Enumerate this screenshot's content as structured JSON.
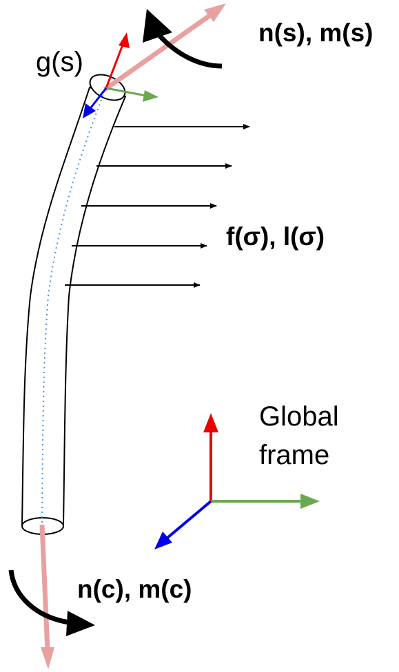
{
  "labels": {
    "tip_frame": "g(s)",
    "tip_wrench": "n(s), m(s)",
    "distributed_load": "f(σ), l(σ)",
    "global_frame_line1": "Global",
    "global_frame_line2": "frame",
    "base_wrench": "n(c), m(c)"
  },
  "colors": {
    "frame_x": "#ee0000",
    "frame_y": "#6aa84f",
    "frame_z": "#0000ee",
    "wrench_force": "#e8a0a0",
    "moment": "#000000",
    "load_arrow": "#000000",
    "rod_outline": "#000000",
    "centerline": "#4a90d9"
  }
}
